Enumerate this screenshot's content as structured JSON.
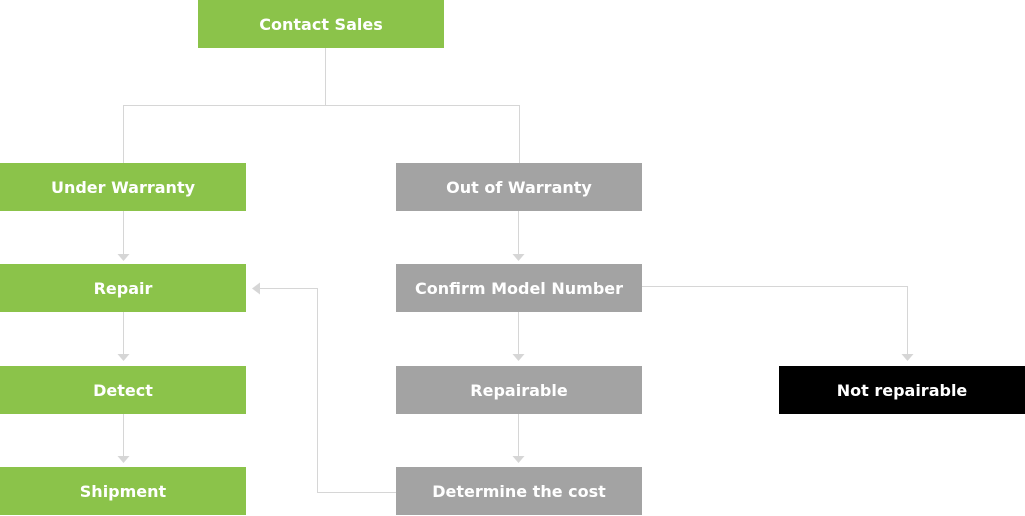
{
  "colors": {
    "green": "#8bc34a",
    "gray": "#a3a3a3",
    "black": "#000000",
    "connector": "#d6d6d6",
    "text": "#ffffff"
  },
  "nodes": {
    "contact_sales": "Contact Sales",
    "under_warranty": "Under Warranty",
    "repair": "Repair",
    "detect": "Detect",
    "shipment": "Shipment",
    "out_of_warranty": "Out of Warranty",
    "confirm_model_number": "Confirm Model Number",
    "repairable": "Repairable",
    "determine_the_cost": "Determine the cost",
    "not_repairable": "Not repairable"
  },
  "edges": [
    {
      "from": "contact_sales",
      "to": "under_warranty"
    },
    {
      "from": "contact_sales",
      "to": "out_of_warranty"
    },
    {
      "from": "under_warranty",
      "to": "repair"
    },
    {
      "from": "repair",
      "to": "detect"
    },
    {
      "from": "detect",
      "to": "shipment"
    },
    {
      "from": "out_of_warranty",
      "to": "confirm_model_number"
    },
    {
      "from": "confirm_model_number",
      "to": "repairable"
    },
    {
      "from": "confirm_model_number",
      "to": "not_repairable"
    },
    {
      "from": "repairable",
      "to": "determine_the_cost"
    },
    {
      "from": "determine_the_cost",
      "to": "repair"
    }
  ]
}
